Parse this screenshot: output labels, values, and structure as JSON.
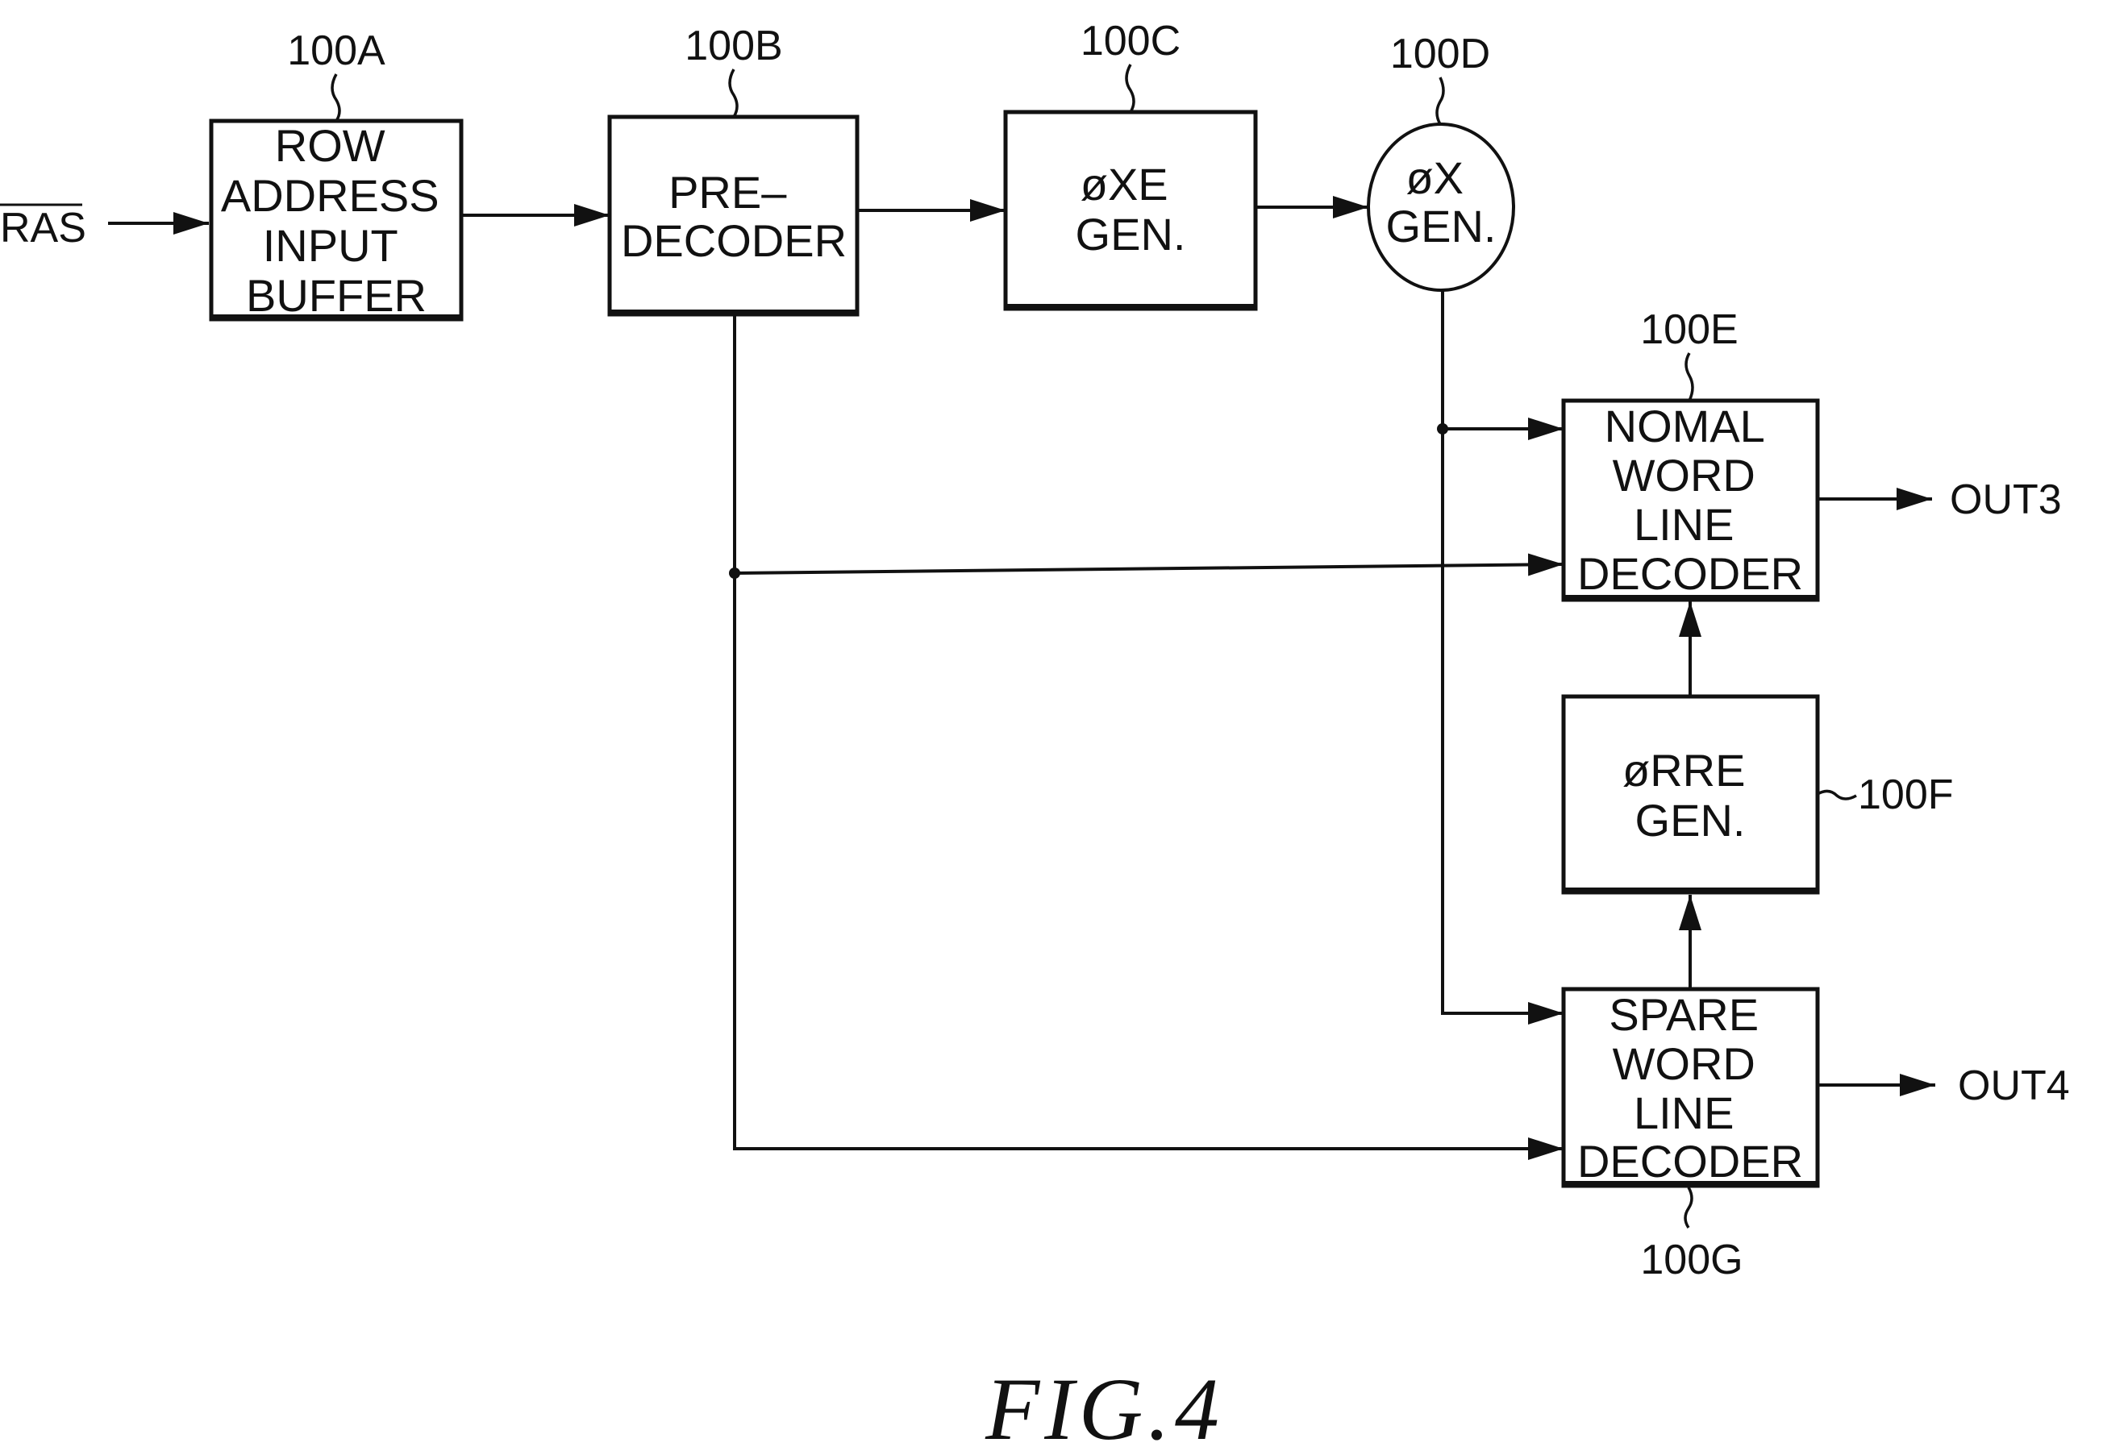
{
  "figure": {
    "caption": "FIG.4",
    "input_signal": "RAS",
    "input_signal_overbar": true
  },
  "blocks": {
    "a": {
      "ref": "100A",
      "lines": [
        "ROW",
        "ADDRESS",
        "INPUT",
        "BUFFER"
      ],
      "shape": "rectangle"
    },
    "b": {
      "ref": "100B",
      "lines": [
        "PRE–",
        "DECODER"
      ],
      "shape": "rectangle"
    },
    "c": {
      "ref": "100C",
      "lines": [
        "øXE",
        "GEN."
      ],
      "shape": "rectangle"
    },
    "d": {
      "ref": "100D",
      "lines": [
        "øX",
        "GEN."
      ],
      "shape": "circle"
    },
    "e": {
      "ref": "100E",
      "lines": [
        "NOMAL",
        "WORD",
        "LINE",
        "DECODER"
      ],
      "shape": "rectangle"
    },
    "f": {
      "ref": "100F",
      "lines": [
        "øRRE",
        "GEN."
      ],
      "shape": "rectangle"
    },
    "g": {
      "ref": "100G",
      "lines": [
        "SPARE",
        "WORD",
        "LINE",
        "DECODER"
      ],
      "shape": "rectangle"
    }
  },
  "outputs": {
    "out3": "OUT3",
    "out4": "OUT4"
  },
  "connections": [
    {
      "from": "RAS",
      "to": "100A"
    },
    {
      "from": "100A",
      "to": "100B"
    },
    {
      "from": "100B",
      "to": "100C"
    },
    {
      "from": "100C",
      "to": "100D"
    },
    {
      "from": "100D",
      "to": "100E"
    },
    {
      "from": "100D",
      "to": "100G"
    },
    {
      "from": "100B",
      "to": "100E"
    },
    {
      "from": "100B",
      "to": "100G"
    },
    {
      "from": "100G",
      "to": "100F"
    },
    {
      "from": "100F",
      "to": "100E"
    },
    {
      "from": "100E",
      "to": "OUT3"
    },
    {
      "from": "100G",
      "to": "OUT4"
    }
  ]
}
